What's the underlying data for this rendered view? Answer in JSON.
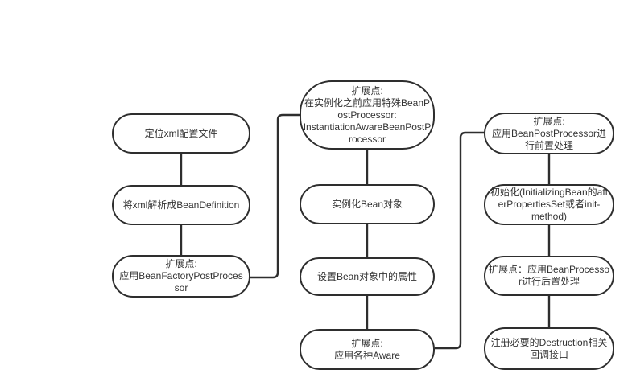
{
  "diagram": {
    "kind": "flowchart",
    "topic": "Spring Bean lifecycle",
    "colors": {
      "background": "#ffffff",
      "node_fill": "#ffffff",
      "node_border": "#2e2e2e",
      "text": "#333333",
      "connector": "#2e2e2e"
    },
    "nodes": {
      "locate_xml": {
        "text": "定位xml配置文件"
      },
      "parse_xml": {
        "text": "将xml解析成BeanDefinition"
      },
      "bean_factory_post_processor": {
        "text": [
          "扩展点:",
          "应用BeanFactoryPostProces",
          "sor"
        ]
      },
      "instantiation_aware": {
        "text": [
          "扩展点:",
          "在实例化之前应用特殊BeanP",
          "ostProcessor:",
          "InstantiationAwareBeanPostP",
          "rocessor"
        ]
      },
      "instantiate_bean": {
        "text": "实例化Bean对象"
      },
      "set_properties": {
        "text": "设置Bean对象中的属性"
      },
      "apply_aware": {
        "text": [
          "扩展点:",
          "应用各种Aware"
        ]
      },
      "post_process_before": {
        "text": [
          "扩展点:",
          "应用BeanPostProcessor进",
          "行前置处理"
        ]
      },
      "initialize": {
        "text": [
          "初始化(InitializingBean的aft",
          "erPropertiesSet或者init-",
          "method)"
        ]
      },
      "post_process_after": {
        "text": [
          "扩展点：应用BeanProcesso",
          "r进行后置处理"
        ]
      },
      "destruction_callbacks": {
        "text": [
          "注册必要的Destruction相关",
          "回调接口"
        ]
      }
    },
    "edges": [
      {
        "from": "locate_xml",
        "to": "parse_xml"
      },
      {
        "from": "parse_xml",
        "to": "bean_factory_post_processor"
      },
      {
        "from": "bean_factory_post_processor",
        "to": "instantiation_aware"
      },
      {
        "from": "instantiation_aware",
        "to": "instantiate_bean"
      },
      {
        "from": "instantiate_bean",
        "to": "set_properties"
      },
      {
        "from": "set_properties",
        "to": "apply_aware"
      },
      {
        "from": "apply_aware",
        "to": "post_process_before"
      },
      {
        "from": "post_process_before",
        "to": "initialize"
      },
      {
        "from": "initialize",
        "to": "post_process_after"
      },
      {
        "from": "post_process_after",
        "to": "destruction_callbacks"
      }
    ]
  }
}
